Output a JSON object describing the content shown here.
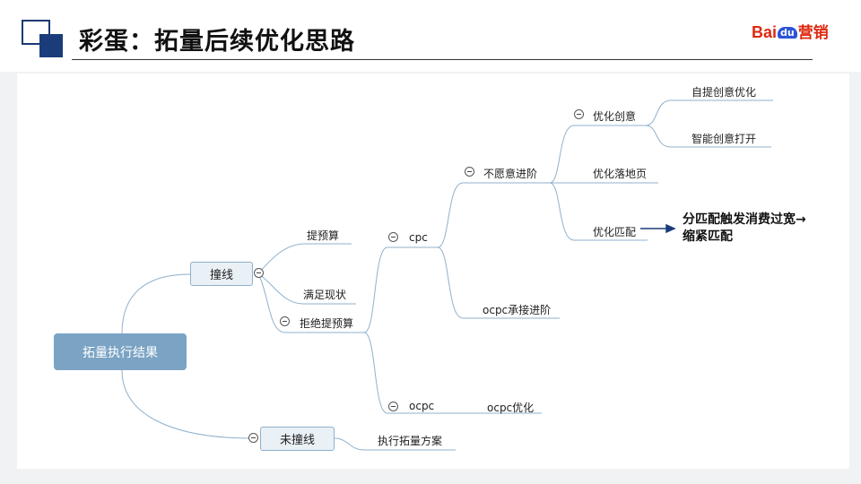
{
  "slide": {
    "title": "彩蛋：拓量后续优化思路"
  },
  "brand": {
    "bai": "Bai",
    "du": "du",
    "cn": "营销"
  },
  "mindmap": {
    "root": "拓量执行结果",
    "hit": "撞线",
    "budget_raise": "提预算",
    "satisfied": "满足现状",
    "refuse_raise": "拒绝提预算",
    "cpc": "cpc",
    "unwilling_advance": "不愿意进阶",
    "optimize_creative": "优化创意",
    "auto_creative": "自提创意优化",
    "smart_creative": "智能创意打开",
    "optimize_landing": "优化落地页",
    "optimize_match": "优化匹配",
    "ocpc_advance": "ocpc承接进阶",
    "ocpc": "ocpc",
    "ocpc_optimize": "ocpc优化",
    "not_hit": "未撞线",
    "execute_plan": "执行拓量方案",
    "callout_line1": "分匹配触发消费过宽→",
    "callout_line2": "缩紧匹配"
  }
}
